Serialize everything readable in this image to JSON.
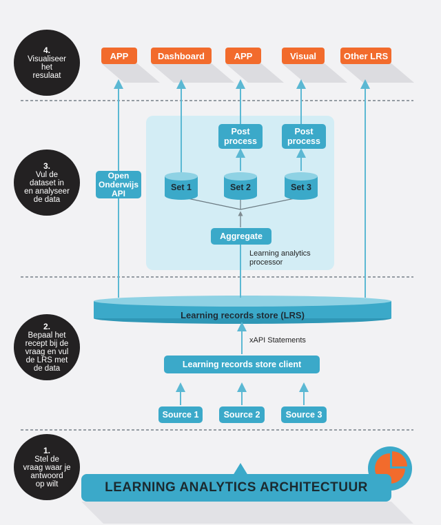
{
  "steps": [
    {
      "number": "4.",
      "text": "Visualiseer\nhet\nresulaat"
    },
    {
      "number": "3.",
      "text": "Vul de\ndataset in\nen analyseer\nde data"
    },
    {
      "number": "2.",
      "text": "Bepaal het\nrecept bij de\nvraag en vul\nde LRS met\nde data"
    },
    {
      "number": "1.",
      "text": "Stel de\nvraag waar je\nantwoord\nop wilt"
    }
  ],
  "outputs": [
    "APP",
    "Dashboard",
    "APP",
    "Visual",
    "Other LRS"
  ],
  "post_process": [
    "Post\nprocess",
    "Post\nprocess"
  ],
  "sets": [
    "Set 1",
    "Set 2",
    "Set 3"
  ],
  "open_api": "Open\nOnderwijs\nAPI",
  "aggregate": "Aggregate",
  "processor_label": "Learning analytics\nprocessor",
  "lrs": "Learning records store (LRS)",
  "xapi": "xAPI Statements",
  "lrs_client": "Learning records store client",
  "sources": [
    "Source 1",
    "Source 2",
    "Source 3"
  ],
  "title": "LEARNING ANALYTICS ARCHITECTUUR",
  "colors": {
    "orange": "#f26b2c",
    "blue": "#3ba9c9",
    "light_blue": "#d3edf5",
    "dark": "#232122",
    "arrow": "#5bb8d3"
  }
}
